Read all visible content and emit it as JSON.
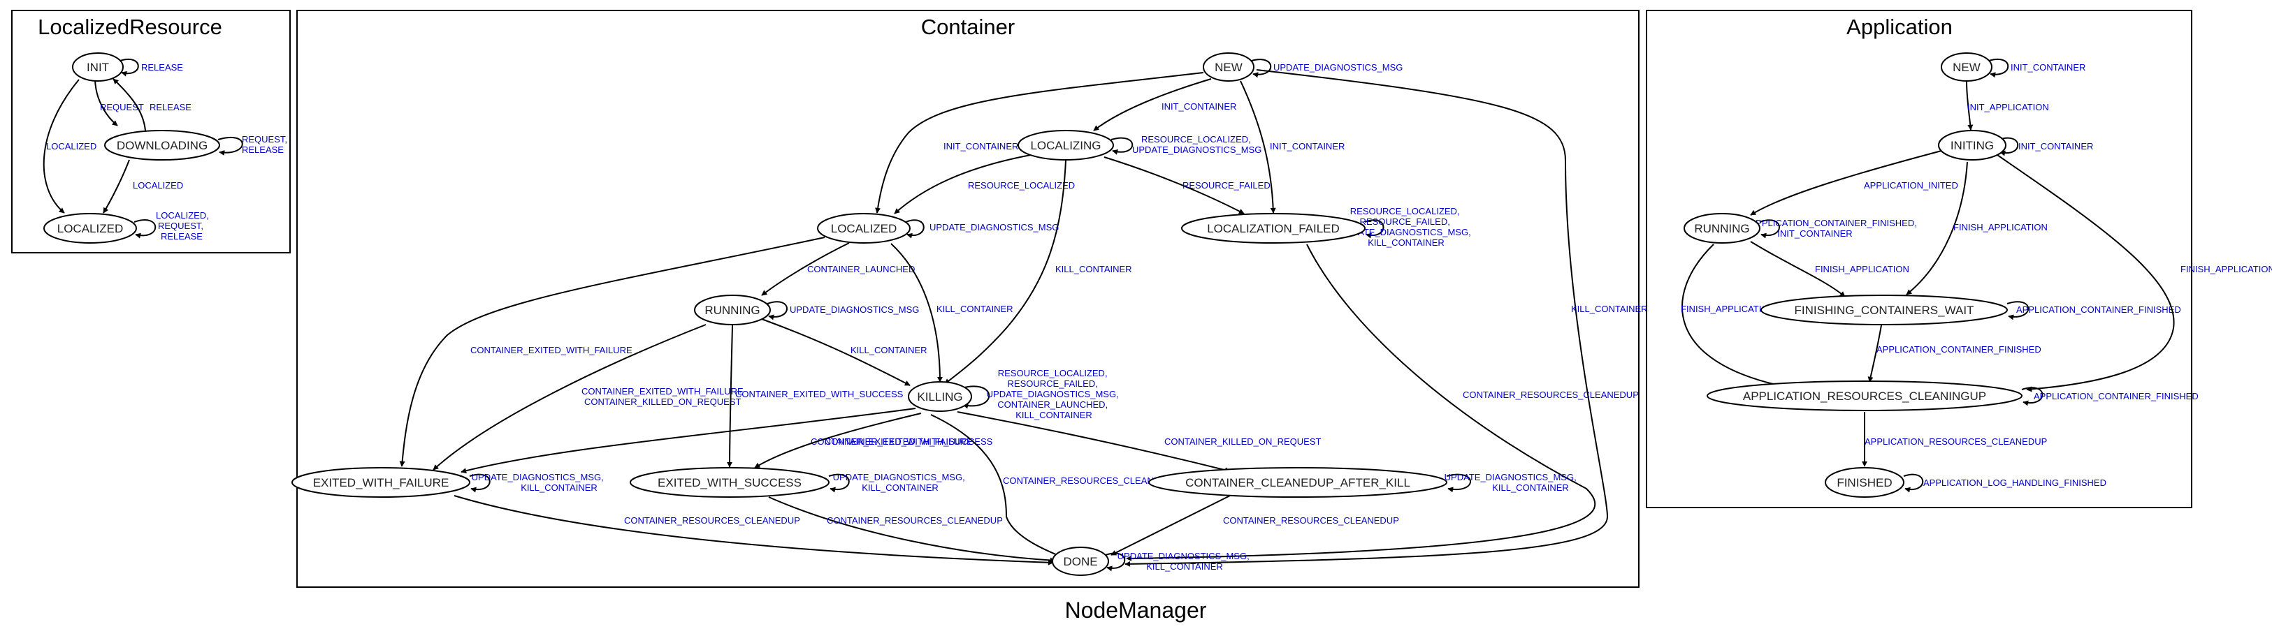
{
  "graph_title": "NodeManager",
  "clusters": {
    "localized_resource": {
      "title": "LocalizedResource",
      "nodes": {
        "init": "INIT",
        "downloading": "DOWNLOADING",
        "localized": "LOCALIZED"
      },
      "edges": {
        "init_self": [
          "RELEASE"
        ],
        "init_to_downloading": [
          "REQUEST"
        ],
        "downloading_to_init": [
          "RELEASE"
        ],
        "init_to_localized": [
          "LOCALIZED"
        ],
        "downloading_self": [
          "REQUEST,",
          "RELEASE"
        ],
        "downloading_to_localized": [
          "LOCALIZED"
        ],
        "localized_self": [
          "LOCALIZED,",
          "REQUEST,",
          "RELEASE"
        ]
      }
    },
    "container": {
      "title": "Container",
      "nodes": {
        "new": "NEW",
        "localizing": "LOCALIZING",
        "localized": "LOCALIZED",
        "localization_failed": "LOCALIZATION_FAILED",
        "running": "RUNNING",
        "killing": "KILLING",
        "exited_with_failure": "EXITED_WITH_FAILURE",
        "exited_with_success": "EXITED_WITH_SUCCESS",
        "container_cleanedup_after_kill": "CONTAINER_CLEANEDUP_AFTER_KILL",
        "done": "DONE"
      },
      "edges": {
        "new_self": [
          "UPDATE_DIAGNOSTICS_MSG"
        ],
        "new_to_localizing": [
          "INIT_CONTAINER"
        ],
        "new_to_localized": [
          "INIT_CONTAINER"
        ],
        "new_to_localization_failed": [
          "INIT_CONTAINER"
        ],
        "new_to_done": [
          "KILL_CONTAINER"
        ],
        "localizing_self": [
          "RESOURCE_LOCALIZED,",
          "UPDATE_DIAGNOSTICS_MSG"
        ],
        "localizing_to_localized": [
          "RESOURCE_LOCALIZED"
        ],
        "localizing_to_localization_failed": [
          "RESOURCE_FAILED"
        ],
        "localizing_to_killing": [
          "KILL_CONTAINER"
        ],
        "localization_failed_self": [
          "RESOURCE_LOCALIZED,",
          "RESOURCE_FAILED,",
          "UPDATE_DIAGNOSTICS_MSG,",
          "KILL_CONTAINER"
        ],
        "localization_failed_to_done": [
          "CONTAINER_RESOURCES_CLEANEDUP"
        ],
        "localized_self": [
          "UPDATE_DIAGNOSTICS_MSG"
        ],
        "localized_to_running": [
          "CONTAINER_LAUNCHED"
        ],
        "localized_to_killing": [
          "KILL_CONTAINER"
        ],
        "localized_to_exited_with_failure": [
          "CONTAINER_EXITED_WITH_FAILURE"
        ],
        "running_self": [
          "UPDATE_DIAGNOSTICS_MSG"
        ],
        "running_to_killing": [
          "KILL_CONTAINER"
        ],
        "running_to_exited_with_failure": [
          "CONTAINER_EXITED_WITH_FAILURE",
          "CONTAINER_KILLED_ON_REQUEST"
        ],
        "running_to_exited_with_success": [
          "CONTAINER_EXITED_WITH_SUCCESS"
        ],
        "killing_self": [
          "RESOURCE_LOCALIZED,",
          "RESOURCE_FAILED,",
          "UPDATE_DIAGNOSTICS_MSG,",
          "CONTAINER_LAUNCHED,",
          "KILL_CONTAINER"
        ],
        "killing_to_exited_with_failure": [
          "CONTAINER_EXITED_WITH_FAILURE"
        ],
        "killing_to_exited_with_success": [
          "CONTAINER_EXITED_WITH_SUCCESS"
        ],
        "killing_to_container_cleanedup_after_kill": [
          "CONTAINER_KILLED_ON_REQUEST"
        ],
        "killing_to_done": [
          "CONTAINER_RESOURCES_CLEANEDUP"
        ],
        "exited_with_failure_self": [
          "UPDATE_DIAGNOSTICS_MSG,",
          "KILL_CONTAINER"
        ],
        "exited_with_failure_to_done": [
          "CONTAINER_RESOURCES_CLEANEDUP"
        ],
        "exited_with_success_self": [
          "UPDATE_DIAGNOSTICS_MSG,",
          "KILL_CONTAINER"
        ],
        "exited_with_success_to_done": [
          "CONTAINER_RESOURCES_CLEANEDUP"
        ],
        "cleanedup_self": [
          "UPDATE_DIAGNOSTICS_MSG,",
          "KILL_CONTAINER"
        ],
        "cleanedup_to_done": [
          "CONTAINER_RESOURCES_CLEANEDUP"
        ],
        "done_self": [
          "UPDATE_DIAGNOSTICS_MSG,",
          "KILL_CONTAINER"
        ]
      }
    },
    "application": {
      "title": "Application",
      "nodes": {
        "new": "NEW",
        "initing": "INITING",
        "running": "RUNNING",
        "finishing_containers_wait": "FINISHING_CONTAINERS_WAIT",
        "application_resources_cleaningup": "APPLICATION_RESOURCES_CLEANINGUP",
        "finished": "FINISHED"
      },
      "edges": {
        "new_self": [
          "INIT_CONTAINER"
        ],
        "new_to_initing": [
          "INIT_APPLICATION"
        ],
        "initing_self": [
          "INIT_CONTAINER"
        ],
        "initing_to_running": [
          "APPLICATION_INITED"
        ],
        "initing_to_finishing_containers_wait": [
          "FINISH_APPLICATION"
        ],
        "initing_to_cleaningup": [
          "FINISH_APPLICATION"
        ],
        "running_self": [
          "APPLICATION_CONTAINER_FINISHED,",
          "INIT_CONTAINER"
        ],
        "running_to_finishing_containers_wait": [
          "FINISH_APPLICATION"
        ],
        "running_to_cleaningup": [
          "FINISH_APPLICATION"
        ],
        "finishing_self": [
          "APPLICATION_CONTAINER_FINISHED"
        ],
        "finishing_to_cleaningup": [
          "APPLICATION_CONTAINER_FINISHED"
        ],
        "cleaningup_self": [
          "APPLICATION_CONTAINER_FINISHED"
        ],
        "cleaningup_to_finished": [
          "APPLICATION_RESOURCES_CLEANEDUP"
        ],
        "finished_self": [
          "APPLICATION_LOG_HANDLING_FINISHED"
        ]
      }
    }
  }
}
